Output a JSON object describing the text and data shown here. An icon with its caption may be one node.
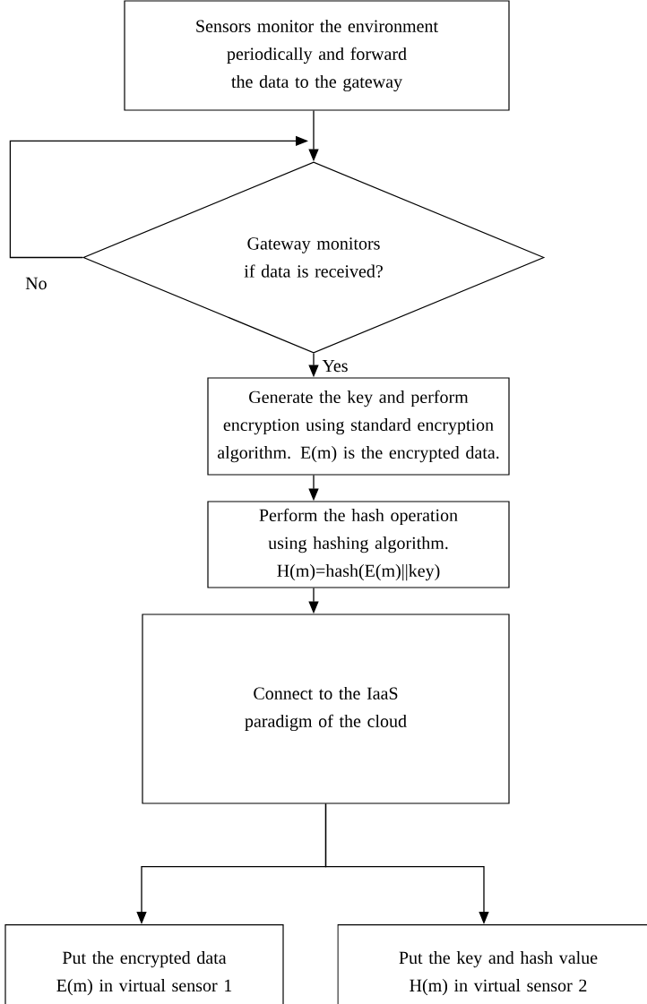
{
  "diagram": {
    "nodes": [
      {
        "text": [
          "Sensors monitor the environment periodically and forward the data to the gateway"
        ]
      },
      {
        "text": [
          "Gateway monitors if data is received?"
        ]
      },
      {
        "text": [
          "Generate the key and perform encryption using standard encryption algorithm. E(m) is the encrypted data."
        ]
      },
      {
        "text": [
          "Perform the hash operation using hashing algorithm. H(m)=hash(E(m)||key)"
        ]
      },
      {
        "text": [
          "Connect to the IaaS paradigm of the cloud"
        ]
      },
      {
        "text": [
          "Put the encrypted data E(m) in virtual sensor 1"
        ]
      },
      {
        "text": [
          "Put the key and hash value H(m) in virtual sensor 2"
        ]
      }
    ],
    "edges": [
      {
        "from": 0,
        "to": 1,
        "arrow": "to"
      },
      {
        "from": 1,
        "to": 1,
        "arrow": "to",
        "label": "No"
      },
      {
        "from": 1,
        "to": 2,
        "arrow": "to",
        "label": "Yes"
      },
      {
        "from": 2,
        "to": 3,
        "arrow": "to"
      },
      {
        "from": 3,
        "to": 4,
        "arrow": "to"
      },
      {
        "from": 4,
        "to": 5,
        "arrow": "to"
      },
      {
        "from": 4,
        "to": 6,
        "arrow": "to"
      }
    ]
  }
}
